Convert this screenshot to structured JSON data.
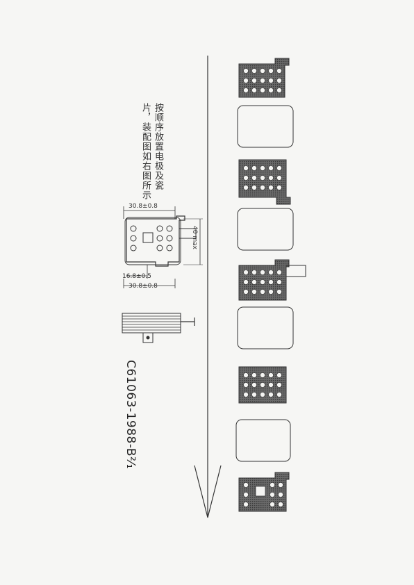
{
  "instruction": {
    "line1": "按顺序放置电极及瓷",
    "line2": "片，装配图如右图所示"
  },
  "dimensions": {
    "top_width": "30.8±0.8",
    "height_max": "40 max",
    "inner_width": "16.8±0.5",
    "bottom_width": "30.8±0.8"
  },
  "drawing_code": "C61063-1988-B²⁄₁",
  "assembly_stack": {
    "sequence": [
      "electrode",
      "ceramic-plate",
      "electrode",
      "ceramic-plate",
      "electrode",
      "ceramic-plate",
      "electrode",
      "ceramic-plate",
      "electrode"
    ],
    "direction": "downward"
  },
  "colors": {
    "ink": "#333333",
    "plate_fill": "#5a5a5a",
    "paper": "#f6f6f4"
  }
}
